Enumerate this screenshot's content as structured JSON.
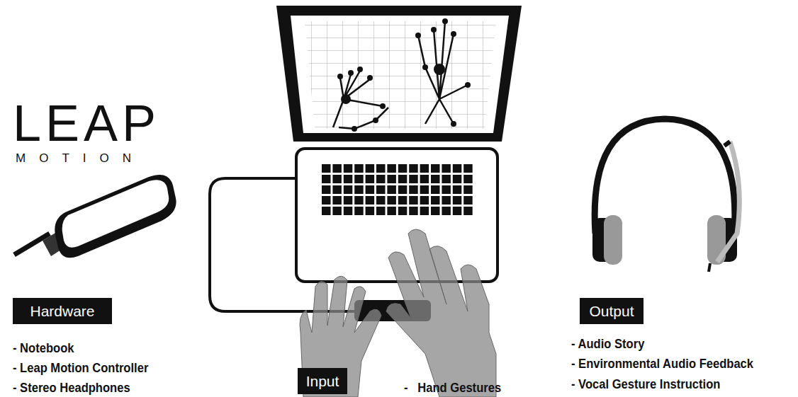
{
  "diagram": {
    "nodes": [
      {
        "text": [
          "Hardware"
        ]
      },
      {
        "text": [
          "Input"
        ]
      },
      {
        "text": [
          "Output"
        ]
      }
    ],
    "labels": [
      "LEAP",
      "MOTION",
      "- Notebook",
      "- Leap Motion Controller",
      "- Stereo Headphones",
      "-   Hand Gestures",
      "- Audio Story",
      "- Environmental Audio Feedback",
      "- Vocal Gesture Instruction"
    ]
  }
}
